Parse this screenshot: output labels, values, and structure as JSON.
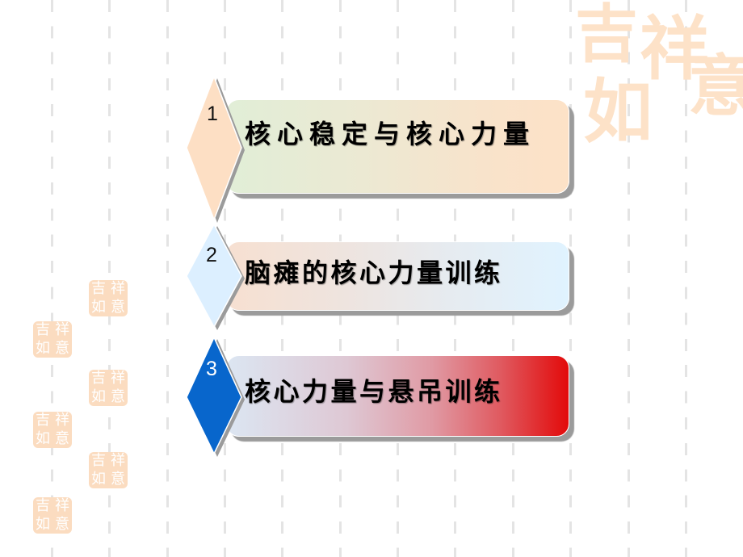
{
  "slide": {
    "items": [
      {
        "number": "1",
        "title": "核心稳定与核心力量",
        "diamond_color": "#fddfc4",
        "card_background": "linear-gradient(to right, #e1eed7 0%, #ece9d3 40%, #f8e3cb 75%, #fde2c7 100%)"
      },
      {
        "number": "2",
        "title": "脑瘫的核心力量训练",
        "diamond_color": "#dcefff",
        "card_background": "linear-gradient(to right, #f7e0d1 0%, #eee4df 35%, #e6ebf0 65%, #e0f3ff 100%)"
      },
      {
        "number": "3",
        "title": "核心力量与悬吊训练",
        "diamond_color": "#0866cc",
        "card_background": "linear-gradient(to right, #dce6f2 0%, #dec8d4 35%, #e09aa4 60%, #e05a60 80%, #e20a0a 100%)"
      }
    ]
  },
  "decoration": {
    "seal_text": [
      "吉",
      "祥",
      "如",
      "意"
    ],
    "seal_color": "#fbdcc0",
    "grid_color": "#e4e4e4"
  }
}
